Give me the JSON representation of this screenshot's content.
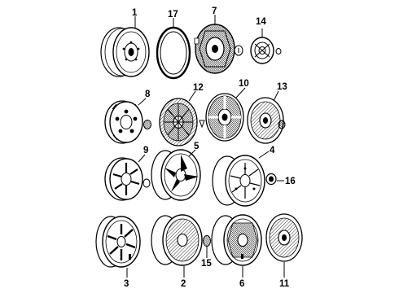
{
  "diagram": {
    "parts": [
      {
        "id": "p1",
        "number": "1"
      },
      {
        "id": "p2",
        "number": "2"
      },
      {
        "id": "p3",
        "number": "3"
      },
      {
        "id": "p4",
        "number": "4"
      },
      {
        "id": "p5",
        "number": "5"
      },
      {
        "id": "p6",
        "number": "6"
      },
      {
        "id": "p7",
        "number": "7"
      },
      {
        "id": "p8",
        "number": "8"
      },
      {
        "id": "p9",
        "number": "9"
      },
      {
        "id": "p10",
        "number": "10"
      },
      {
        "id": "p11",
        "number": "11"
      },
      {
        "id": "p12",
        "number": "12"
      },
      {
        "id": "p13",
        "number": "13"
      },
      {
        "id": "p14",
        "number": "14"
      },
      {
        "id": "p15",
        "number": "15"
      },
      {
        "id": "p16",
        "number": "16"
      },
      {
        "id": "p17",
        "number": "17"
      }
    ]
  }
}
